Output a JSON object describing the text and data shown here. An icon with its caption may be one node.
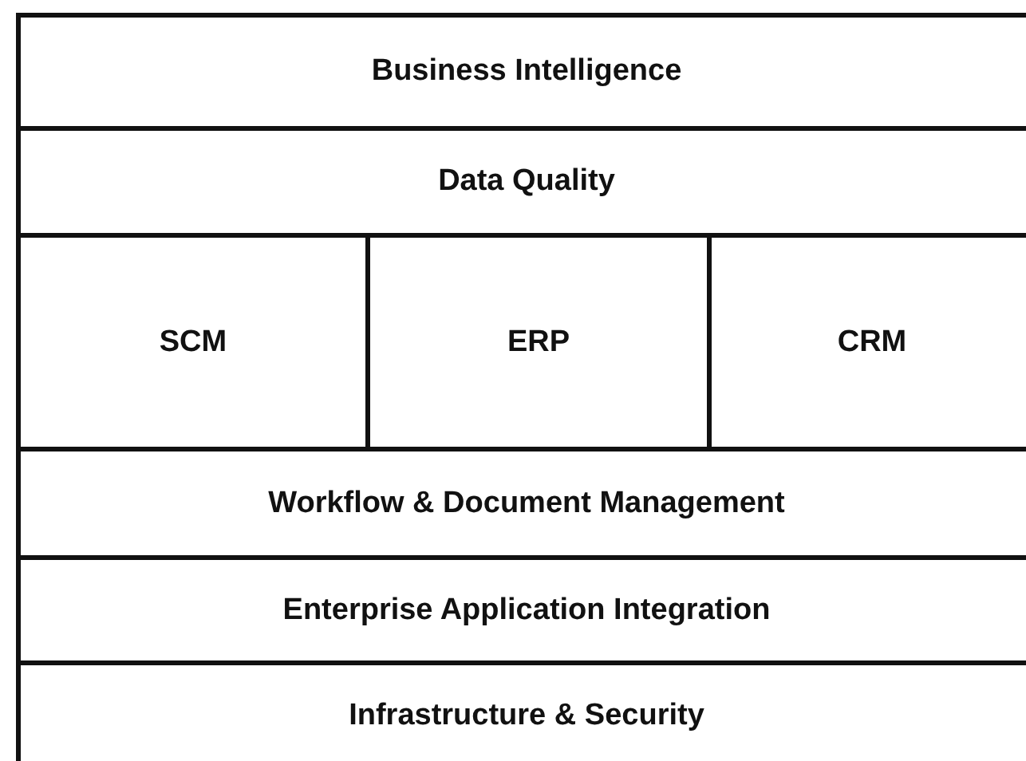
{
  "diagram": {
    "nodes": [
      {
        "text": [
          "Business Intelligence"
        ]
      },
      {
        "text": [
          "Data Quality"
        ]
      },
      {
        "text": [
          "SCM"
        ]
      },
      {
        "text": [
          "ERP"
        ]
      },
      {
        "text": [
          "CRM"
        ]
      },
      {
        "text": [
          "Workflow & Document Management"
        ]
      },
      {
        "text": [
          "Enterprise Application Integration"
        ]
      },
      {
        "text": [
          "Infrastructure & Security"
        ]
      }
    ]
  }
}
